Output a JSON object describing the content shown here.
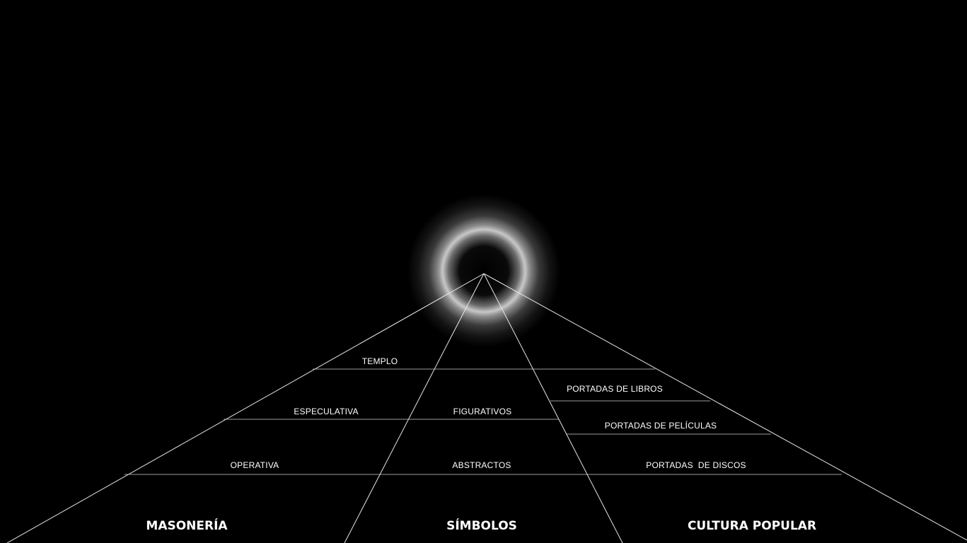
{
  "diagram": {
    "columns": {
      "masoneria": "MASONERÍA",
      "simbolos": "SÍMBOLOS",
      "cultura_popular": "CULTURA POPULAR"
    },
    "masoneria_levels": {
      "templo": "TEMPLO",
      "especulativa": "ESPECULATIVA",
      "operativa": "OPERATIVA"
    },
    "simbolos_levels": {
      "figurativos": "FIGURATIVOS",
      "abstractos": "ABSTRACTOS"
    },
    "cultura_levels": {
      "libros": "PORTADAS DE LIBROS",
      "peliculas": "PORTADAS DE PELÍCULAS",
      "discos": "PORTADAS  DE DISCOS"
    },
    "colors": {
      "background": "#000000",
      "lines": "#e6e6e6",
      "text": "#ffffff",
      "glow": "#d0d0d0"
    }
  }
}
